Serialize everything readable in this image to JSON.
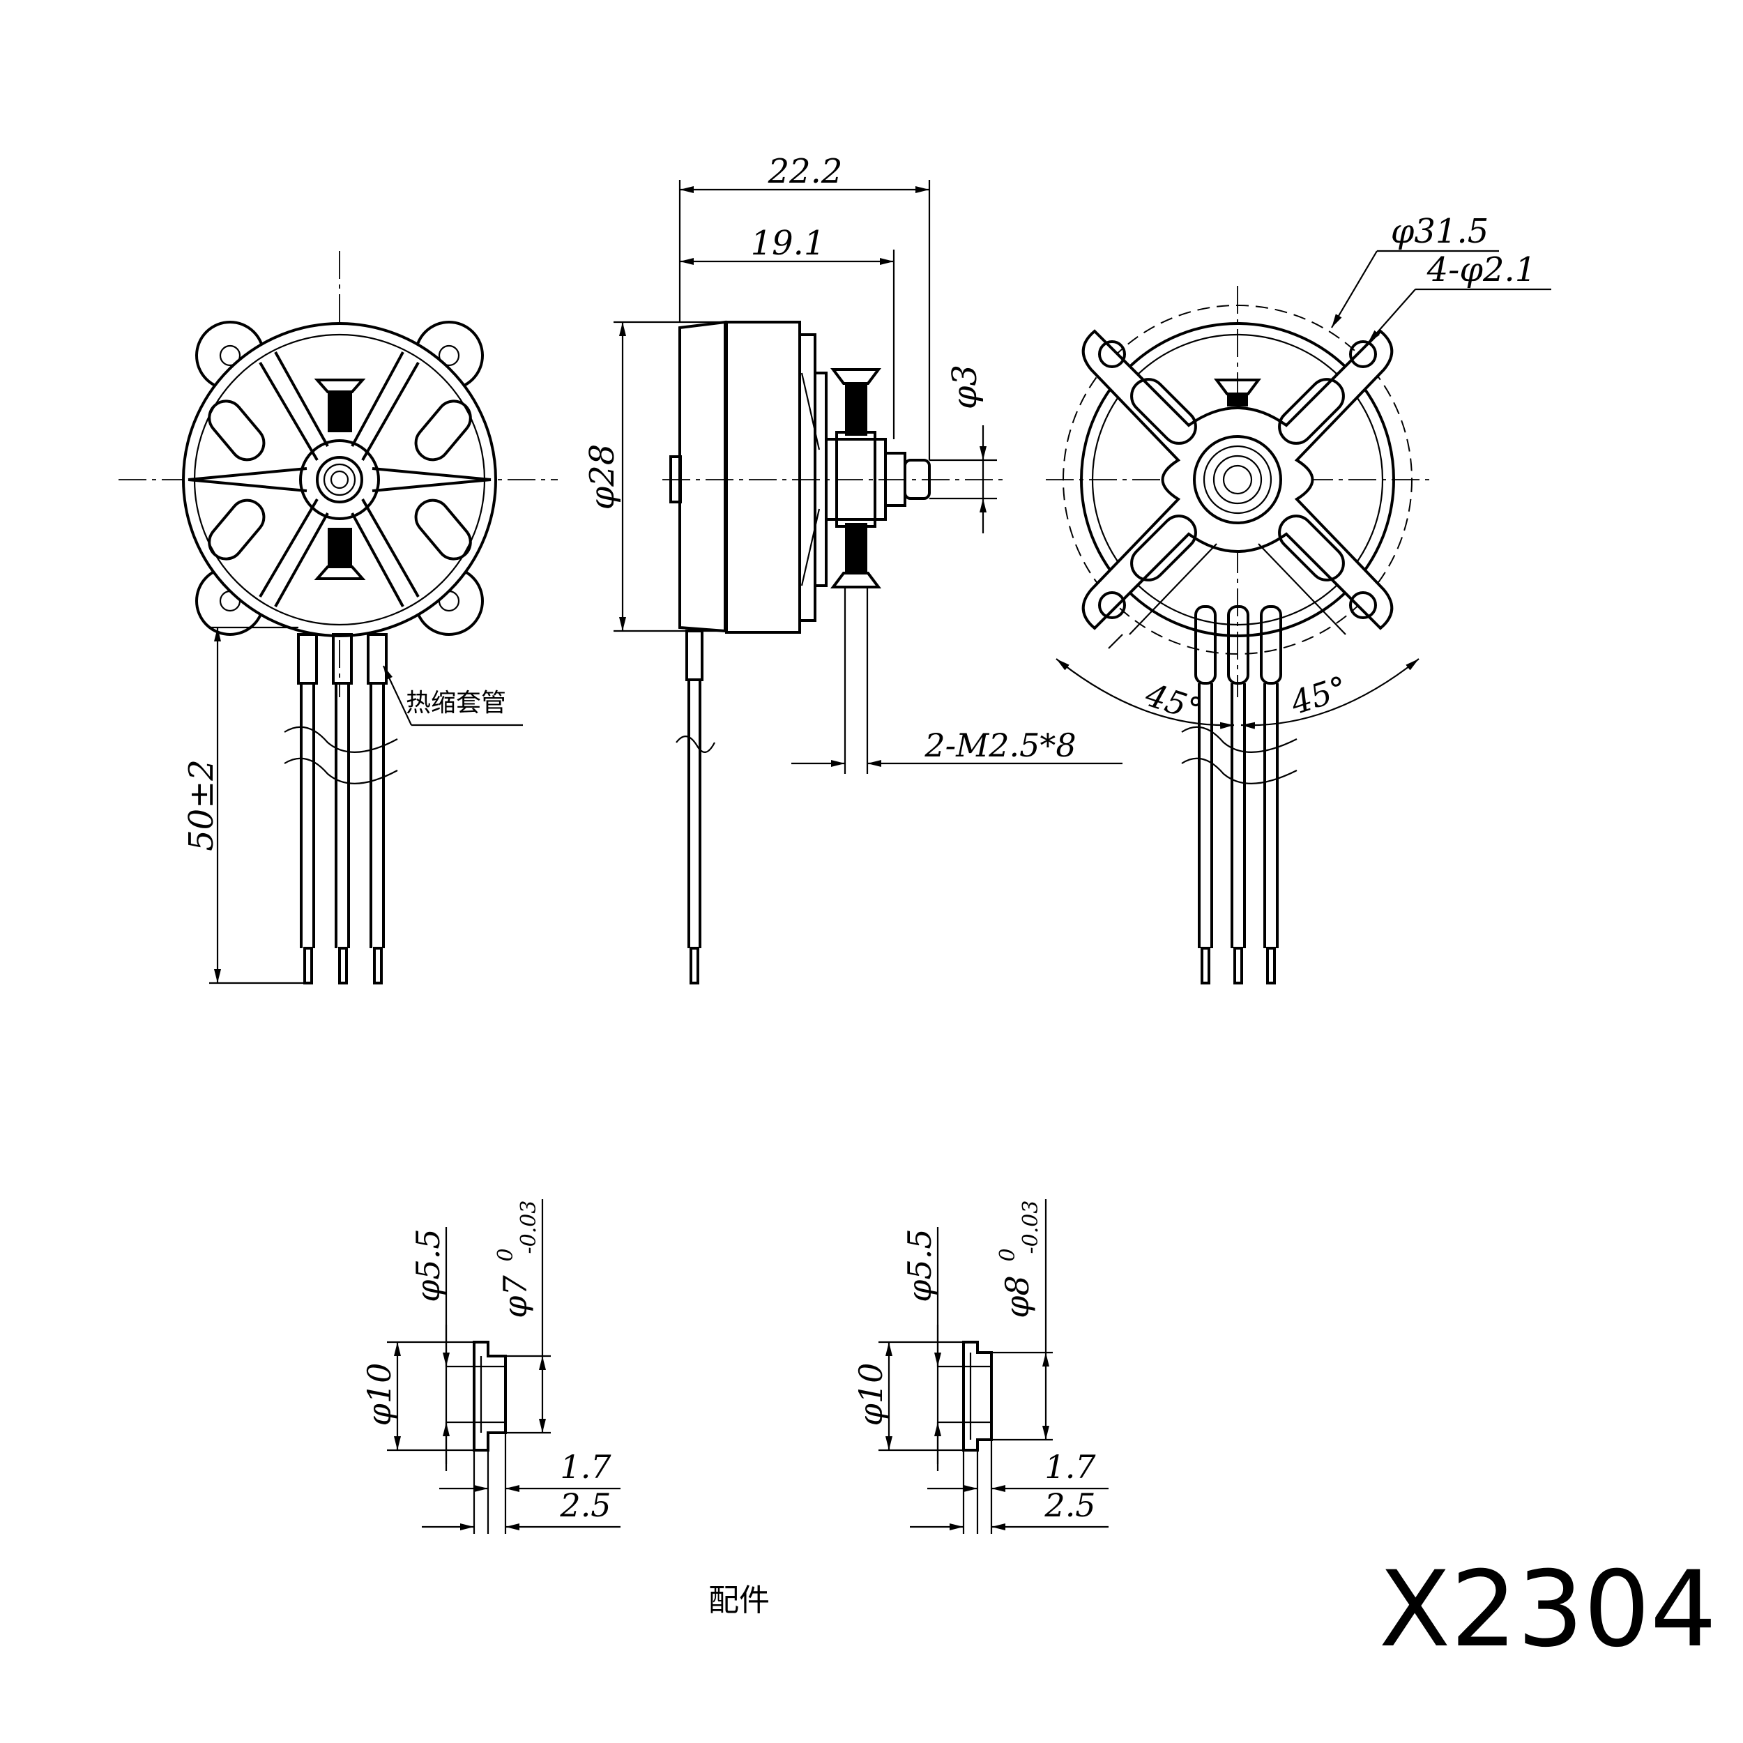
{
  "drawing": {
    "model_label": "X2304",
    "accessories_label": "配件",
    "heat_shrink_label": "热缩套管",
    "dimensions": {
      "overall_length": "22.2",
      "body_length": "19.1",
      "shaft_diameter": "φ3",
      "body_diameter": "φ28",
      "lead_length": "50±2",
      "screws": "2-M2.5*8",
      "mount_circle_diameter": "φ31.5",
      "mount_holes": "4-φ2.1",
      "angle_left": "45°",
      "angle_right": "45°"
    },
    "adapter_left": {
      "inner_diameter": "φ5.5",
      "shaft_diameter": "φ7",
      "tol_upper": "0",
      "tol_lower": "-0.03",
      "flange_diameter": "φ10",
      "flange_thickness": "1.7",
      "overall_length": "2.5"
    },
    "adapter_right": {
      "inner_diameter": "φ5.5",
      "shaft_diameter": "φ8",
      "tol_upper": "0",
      "tol_lower": "-0.03",
      "flange_diameter": "φ10",
      "flange_thickness": "1.7",
      "overall_length": "2.5"
    }
  }
}
